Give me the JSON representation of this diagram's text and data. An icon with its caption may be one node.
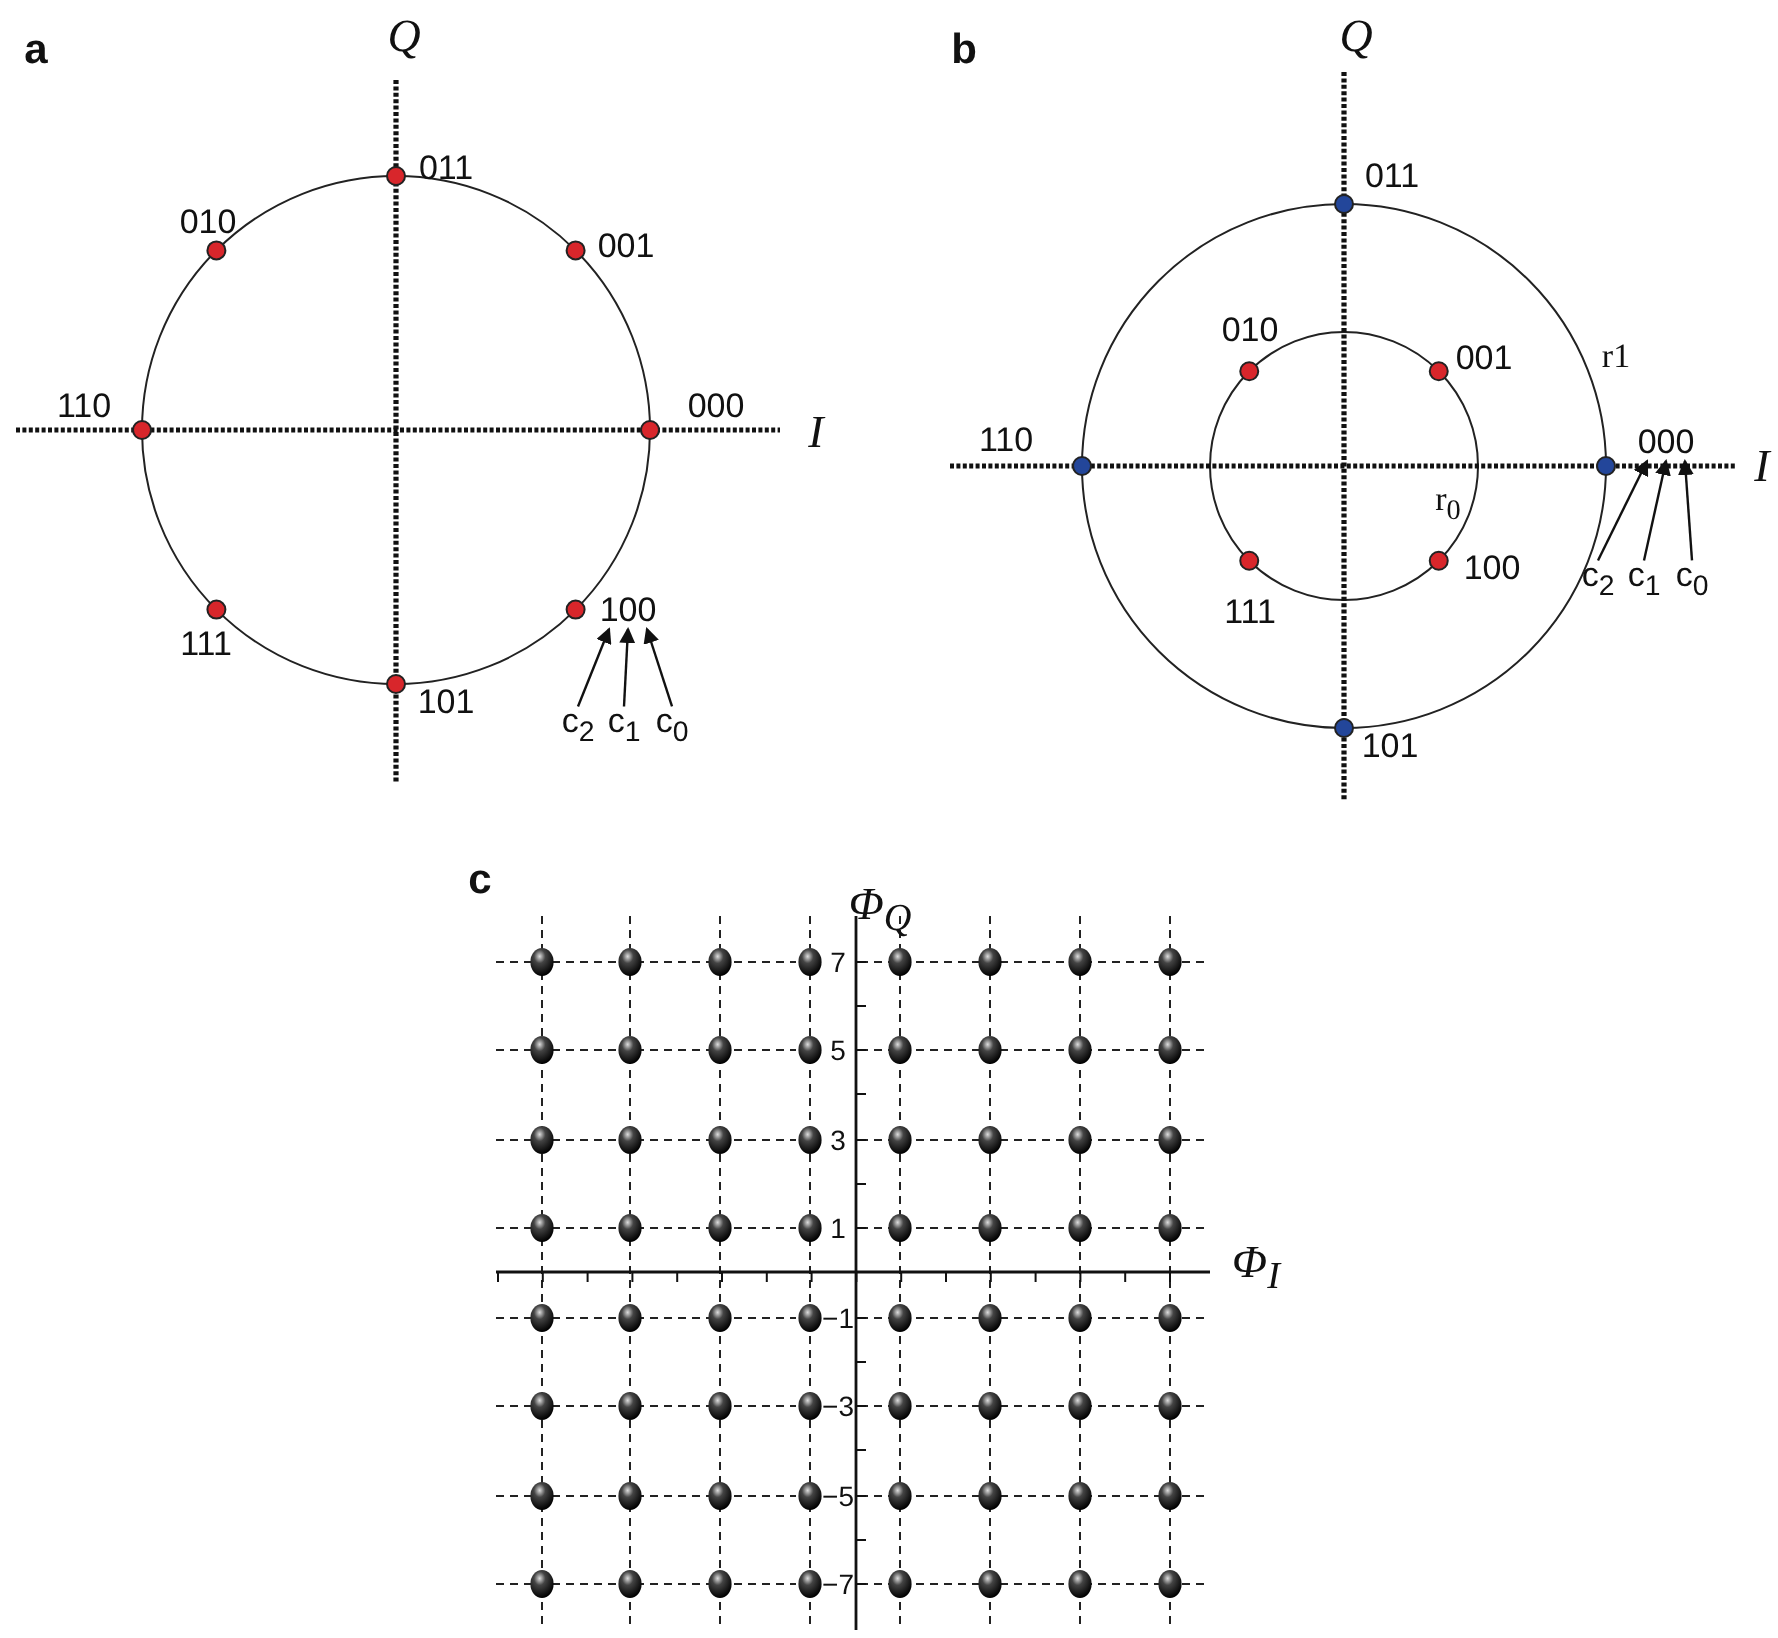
{
  "diagram": {
    "nodes": [
      {
        "text": [
          "100"
        ]
      },
      {
        "text": [
          "c$_{2}$"
        ]
      },
      {
        "text": [
          "c$_{1}$"
        ]
      },
      {
        "text": [
          "c$_{0}$"
        ]
      },
      {
        "text": [
          "000"
        ]
      },
      {
        "text": [
          "c$_{2}$"
        ]
      },
      {
        "text": [
          "c$_{1}$"
        ]
      },
      {
        "text": [
          "c$_{0}$"
        ]
      }
    ],
    "edges": [
      {
        "from": 1,
        "to": 0,
        "arrow": "to"
      },
      {
        "from": 2,
        "to": 0,
        "arrow": "to"
      },
      {
        "from": 3,
        "to": 0,
        "arrow": "to"
      },
      {
        "from": 5,
        "to": 4,
        "arrow": "to"
      },
      {
        "from": 6,
        "to": 4,
        "arrow": "to"
      },
      {
        "from": 7,
        "to": 4,
        "arrow": "to"
      }
    ],
    "labels": [
      "a",
      "Q",
      "011",
      "010",
      "001",
      "110",
      "000",
      "I",
      "111",
      "101",
      "b",
      "Q",
      "011",
      "010",
      "001",
      "r1",
      "110",
      "r$_{0}$",
      "111",
      "100",
      "101",
      "I",
      "c",
      "Φ$_{Q}$",
      "Φ$_{I}$",
      "7",
      "5",
      "3",
      "1",
      "−1",
      "−3",
      "−5",
      "−7"
    ]
  }
}
